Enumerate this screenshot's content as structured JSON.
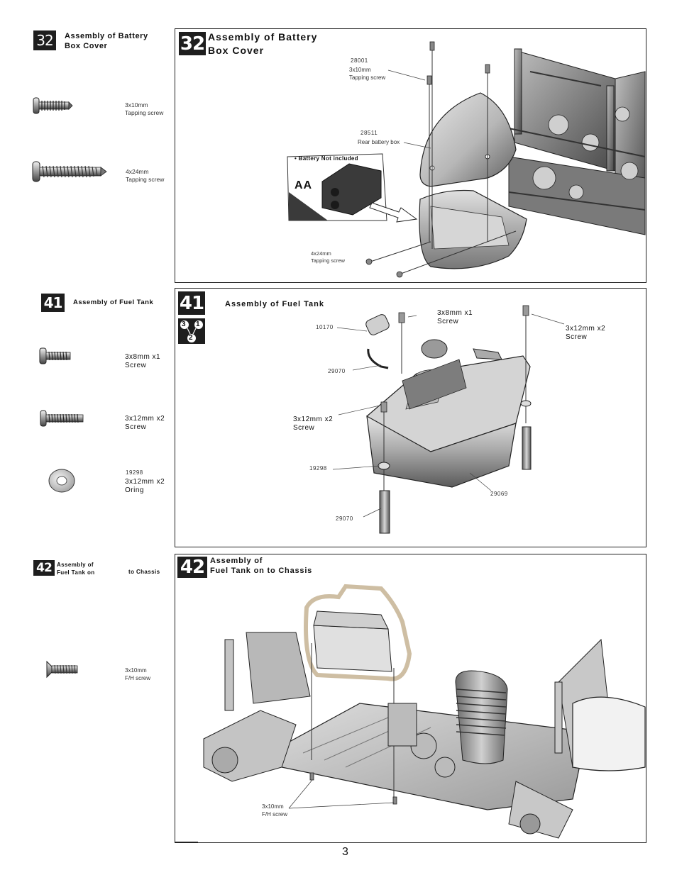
{
  "page_number": "3",
  "step32": {
    "number": "32",
    "title_line1": "Assembly of Battery",
    "title_line2": "Box Cover",
    "parts": [
      {
        "label_line1": "3x10mm",
        "label_line2": "Tapping screw"
      },
      {
        "label_line1": "4x24mm",
        "label_line2": "Tapping screw"
      }
    ],
    "callouts": {
      "part1_num": "28001",
      "part1_line1": "3x10mm",
      "part1_line2": "Tapping screw",
      "part2_num": "28511",
      "part2_name": "Rear battery box",
      "battery_note": "•  Battery  Not included",
      "battery_type": "AA",
      "screw_line1": "4x24mm",
      "screw_line2": "Tapping screw"
    }
  },
  "step41": {
    "number": "41",
    "title": "Assembly of Fuel Tank",
    "order_icon_nums": [
      "3",
      "1",
      "2"
    ],
    "parts": [
      {
        "num": "",
        "label_line1": "3x8mm x1",
        "label_line2": "Screw"
      },
      {
        "num": "",
        "label_line1": "3x12mm x2",
        "label_line2": "Screw"
      },
      {
        "num": "19298",
        "label_line1": "3x12mm x2",
        "label_line2": "Oring"
      }
    ],
    "callouts": {
      "c1_line1": "3x8mm x1",
      "c1_line2": "Screw",
      "c2_line1": "3x12mm x2",
      "c2_line2": "Screw",
      "c3_line1": "3x12mm x2",
      "c3_line2": "Screw",
      "n10170": "10170",
      "n29070a": "29070",
      "n19298": "19298",
      "n29069": "29069",
      "n29070b": "29070"
    }
  },
  "step42": {
    "number": "42",
    "title_line1": "Assembly of",
    "title_line2a": "Fuel Tank on",
    "title_line2b": "to Chassis",
    "big_title_line1": "Assembly of",
    "big_title_line2": "Fuel Tank on to Chassis",
    "parts": [
      {
        "label_line1": "3x10mm",
        "label_line2": "F/H screw"
      }
    ],
    "callouts": {
      "screw_line1": "3x10mm",
      "screw_line2": "F/H screw"
    }
  }
}
